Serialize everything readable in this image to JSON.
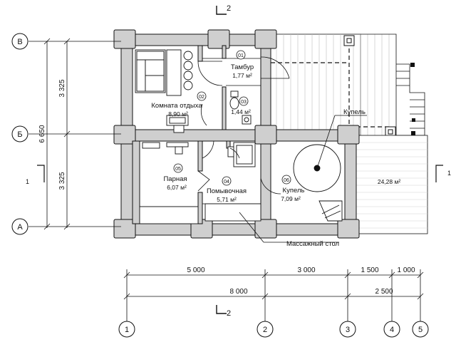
{
  "section_marks": {
    "label": "2"
  },
  "axes": {
    "rows": [
      "В",
      "Б",
      "А"
    ],
    "cols": [
      "1",
      "2",
      "3",
      "4",
      "5"
    ],
    "side_mark": "1"
  },
  "dimensions": {
    "vertical": [
      "3 325",
      "3 325",
      "6 650"
    ],
    "horizontal_top": [
      "5 000",
      "3 000",
      "1 500",
      "1 000"
    ],
    "horizontal_bottom": [
      "8 000",
      "2 500"
    ]
  },
  "rooms": [
    {
      "num": "01",
      "name": "Тамбур",
      "area": "1,77 м²"
    },
    {
      "num": "02",
      "name": "Комната отдыха",
      "area": "8,90 м²"
    },
    {
      "num": "03",
      "name": "",
      "area": "1,44 м²"
    },
    {
      "num": "04",
      "name": "Помывочная",
      "area": "5,71 м²"
    },
    {
      "num": "05",
      "name": "Парная",
      "area": "6,07 м²"
    },
    {
      "num": "06",
      "name": "Купель",
      "area": "7,09 м²"
    },
    {
      "num": "",
      "name": "",
      "area": "24,28 м²"
    }
  ],
  "callouts": {
    "kupel": "Купель",
    "massage": "Массажный стол"
  },
  "colors": {
    "wall": "#cfcfcf",
    "line": "#111111",
    "hatch": "#9a9a9a"
  }
}
